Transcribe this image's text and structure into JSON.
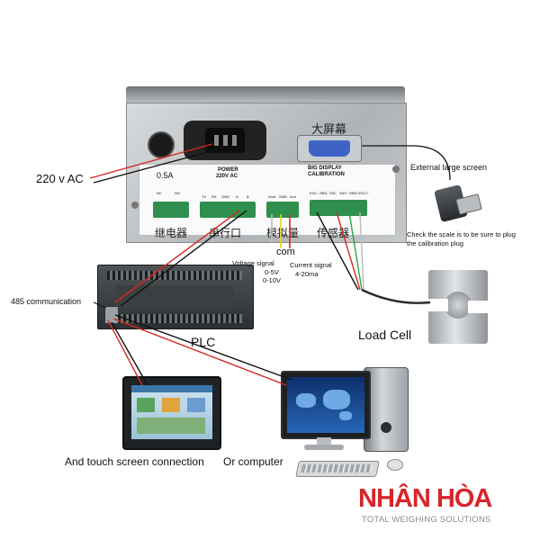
{
  "device": {
    "rating": "0.5A",
    "power_label": "POWER",
    "power_voltage": "220V AC",
    "big_display_line1": "BIG DISPLAY",
    "big_display_line2": "CALIBRATION",
    "big_screen_cn": "大屏幕",
    "relay_cn": "继电器",
    "serial_cn": "串行口",
    "analog_cn": "模拟量",
    "sensor_cn": "传感器",
    "relay_terms": [
      "NC",
      "NO"
    ],
    "serial_terms": [
      "TX",
      "RX",
      "GND",
      "A",
      "B"
    ],
    "analog_terms": [
      "Vout",
      "GND",
      "Iout"
    ],
    "sensor_terms": [
      "EXC-",
      "SEN-",
      "SIG-",
      "SIG+",
      "SEN+",
      "EXC+"
    ]
  },
  "labels": {
    "ac_input": "220 v AC",
    "external_screen": "External large screen",
    "calibration_note": "Check the scale is to be sure to plug the calibration plug",
    "com": "com",
    "voltage_signal": "Voltage signal",
    "voltage_range1": "0-5V",
    "voltage_range2": "0-10V",
    "current_signal": "Current signal",
    "current_range": "4-20ma",
    "rs485": "485 communication",
    "plc": "PLC",
    "load_cell": "Load Cell",
    "touch_screen": "And touch screen connection",
    "computer": "Or computer"
  },
  "brand": {
    "name": "NHÂN HÒA",
    "tagline": "TOTAL WEIGHING SOLUTIONS",
    "color": "#d7262b",
    "tagline_color": "#8a8a8a"
  },
  "colors": {
    "wire_red": "#d22a22",
    "wire_black": "#111111",
    "wire_green": "#2aa84a",
    "wire_yellow": "#e8d21a",
    "wire_white": "#bbbbbb",
    "terminal_green": "#2f8f4e"
  }
}
